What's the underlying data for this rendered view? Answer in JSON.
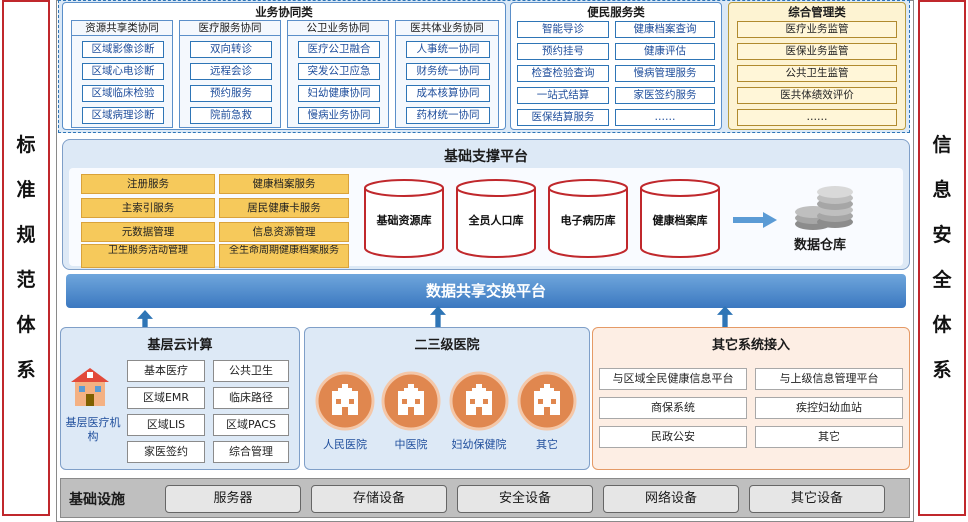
{
  "left_side": [
    "标",
    "准",
    "规",
    "范",
    "体",
    "系"
  ],
  "right_side": [
    "信",
    "息",
    "安",
    "全",
    "体",
    "系"
  ],
  "business": {
    "title": "业务协同类",
    "groups": [
      {
        "title": "资源共享类协同",
        "items": [
          "区域影像诊断",
          "区域心电诊断",
          "区域临床检验",
          "区域病理诊断"
        ]
      },
      {
        "title": "医疗服务协同",
        "items": [
          "双向转诊",
          "远程会诊",
          "预约服务",
          "院前急救"
        ]
      },
      {
        "title": "公卫业务协同",
        "items": [
          "医疗公卫融合",
          "突发公卫应急",
          "妇幼健康协同",
          "慢病业务协同"
        ]
      },
      {
        "title": "医共体业务协同",
        "items": [
          "人事统一协同",
          "财务统一协同",
          "成本核算协同",
          "药材统一协同"
        ]
      }
    ]
  },
  "convenience": {
    "title": "便民服务类",
    "col1": [
      "智能导诊",
      "预约挂号",
      "检查检验查询",
      "一站式结算",
      "医保结算服务"
    ],
    "col2": [
      "健康档案查询",
      "健康评估",
      "慢病管理服务",
      "家医签约服务",
      "……"
    ]
  },
  "management": {
    "title": "综合管理类",
    "items": [
      "医疗业务监管",
      "医保业务监管",
      "公共卫生监管",
      "医共体绩效评价",
      "……"
    ]
  },
  "support": {
    "title": "基础支撑平台",
    "services": [
      [
        "注册服务",
        "健康档案服务"
      ],
      [
        "主索引服务",
        "居民健康卡服务"
      ],
      [
        "元数据管理",
        "信息资源管理"
      ],
      [
        "卫生服务活动管理",
        "全生命周期健康档案服务"
      ]
    ],
    "databases": [
      "基础资源库",
      "全员人口库",
      "电子病历库",
      "健康档案库"
    ],
    "warehouse": "数据仓库"
  },
  "share_platform": "数据共享交换平台",
  "grassroots": {
    "title": "基层云计算",
    "institution": "基层医疗机构",
    "items": [
      "基本医疗",
      "公共卫生",
      "区域EMR",
      "临床路径",
      "区域LIS",
      "区域PACS",
      "家医签约",
      "综合管理"
    ]
  },
  "hospital": {
    "title": "二三级医院",
    "items": [
      "人民医院",
      "中医院",
      "妇幼保健院",
      "其它"
    ]
  },
  "other_systems": {
    "title": "其它系统接入",
    "items": [
      "与区域全民健康信息平台",
      "与上级信息管理平台",
      "商保系统",
      "疾控妇幼血站",
      "民政公安",
      "其它"
    ]
  },
  "infrastructure": {
    "title": "基础设施",
    "items": [
      "服务器",
      "存储设备",
      "安全设备",
      "网络设备",
      "其它设备"
    ]
  },
  "colors": {
    "accent_red": "#c0282c",
    "blue": "#2e75b6",
    "orange_icon": "#e0874f",
    "yellow_cell": "#f6c95b"
  }
}
